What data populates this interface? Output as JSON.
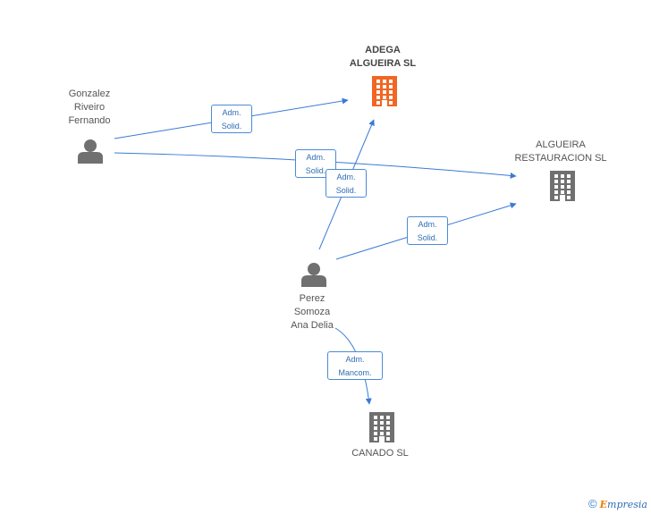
{
  "nodes": {
    "adega": {
      "lines": [
        "ADEGA",
        "ALGUEIRA SL"
      ],
      "kind": "company",
      "color": "#f26522"
    },
    "restauracion": {
      "lines": [
        "ALGUEIRA",
        "RESTAURACION SL"
      ],
      "kind": "company",
      "color": "#707070"
    },
    "canado": {
      "lines": [
        "CANADO SL"
      ],
      "kind": "company",
      "color": "#707070"
    },
    "gonzalez": {
      "lines": [
        "Gonzalez",
        "Riveiro",
        "Fernando"
      ],
      "kind": "person",
      "color": "#707070"
    },
    "perez": {
      "lines": [
        "Perez",
        "Somoza",
        "Ana Delia"
      ],
      "kind": "person",
      "color": "#707070"
    }
  },
  "edges": [
    {
      "from": "gonzalez",
      "to": "adega",
      "label": [
        "Adm.",
        "Solid."
      ]
    },
    {
      "from": "gonzalez",
      "to": "restauracion",
      "label": [
        "Adm.",
        "Solid."
      ]
    },
    {
      "from": "perez",
      "to": "adega",
      "label": [
        "Adm.",
        "Solid."
      ]
    },
    {
      "from": "perez",
      "to": "restauracion",
      "label": [
        "Adm.",
        "Solid."
      ]
    },
    {
      "from": "perez",
      "to": "canado",
      "label": [
        "Adm.",
        "Mancom."
      ]
    }
  ],
  "colors": {
    "edge": "#3a7bd5",
    "edge_label_text": "#2f6db5"
  },
  "footer": {
    "copyright": "©",
    "brand_initial": "E",
    "brand_rest": "mpresia"
  }
}
